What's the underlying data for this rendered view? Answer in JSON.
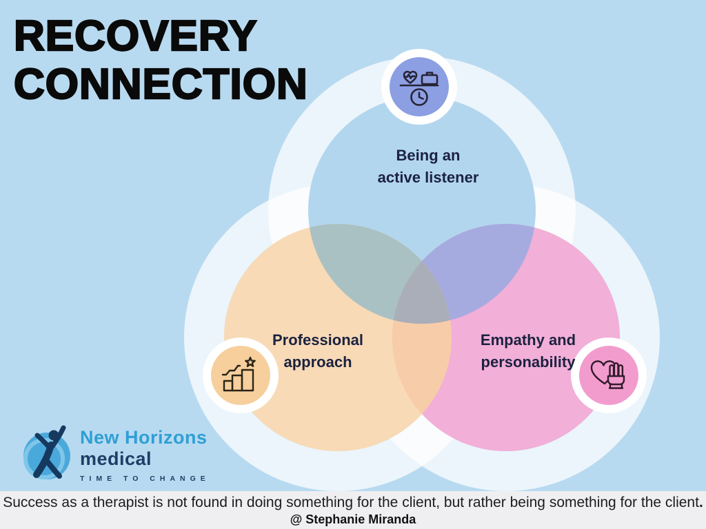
{
  "title": {
    "line1": "RECOVERY",
    "line2": "CONNECTION"
  },
  "colors": {
    "background": "#b8daf0",
    "ring": "rgba(255,255,255,0.72)",
    "badge_ring": "#ffffff",
    "icon_stroke": "#262334",
    "label_text": "#1b2240",
    "title_text": "#0a0a0a"
  },
  "venn": {
    "top": {
      "label_line1": "Being an",
      "label_line2": "active listener",
      "fill": "#b3d6ef",
      "badge_color": "#8c9fe3",
      "icon": "work-life-balance-icon"
    },
    "left": {
      "label_line1": "Professional",
      "label_line2": "approach",
      "fill": "#f8dab6",
      "badge_color": "#f6cf9d",
      "icon": "growth-chart-icon"
    },
    "right": {
      "label_line1": "Empathy and",
      "label_line2": "personability",
      "fill": "#f2afd8",
      "badge_color": "#f29cce",
      "icon": "hand-heart-icon"
    },
    "overlaps": {
      "top_left": "#aac1c3",
      "top_right": "#a6abdf",
      "left_right": "#f7cca9",
      "center": "#a9aeb8"
    }
  },
  "logo": {
    "brand_line1": "New Horizons",
    "brand_line2": "medical",
    "tagline": "TIME TO CHANGE",
    "brand_color1": "#2f9fd6",
    "brand_color2": "#1d3e66",
    "mark_circle_color": "#4aa9db",
    "mark_figure_color": "#16395f"
  },
  "footer": {
    "quote": "Success as a therapist is not found in doing something for the client, but rather being something for the client",
    "quote_period": ".",
    "attribution": "@ Stephanie Miranda"
  }
}
